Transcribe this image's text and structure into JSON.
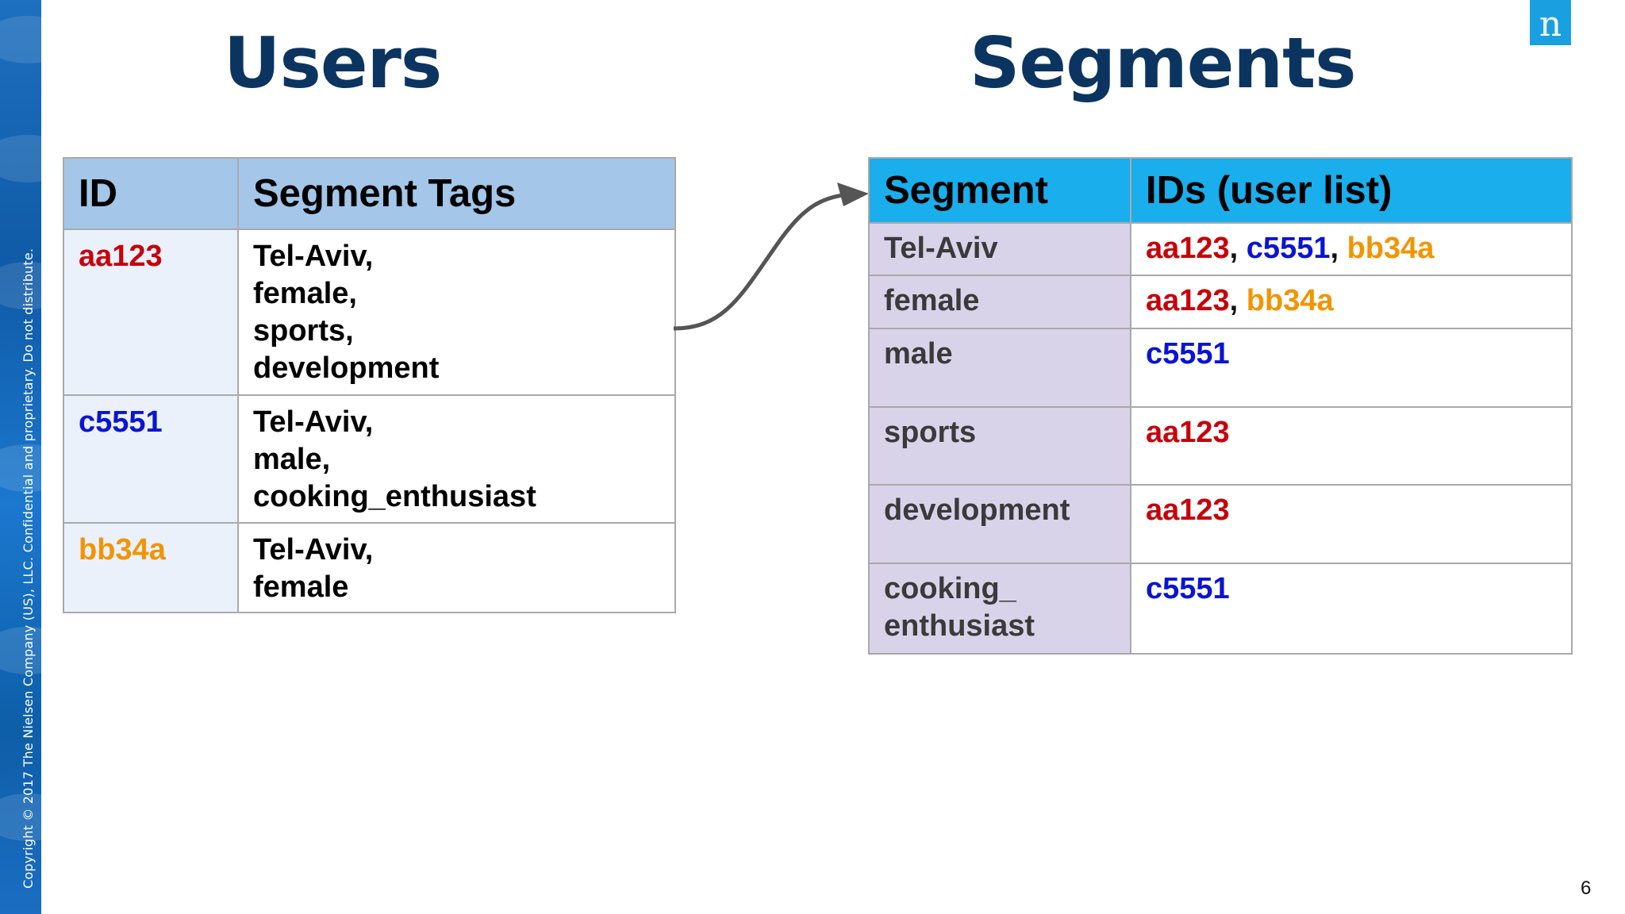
{
  "sidebar": {
    "copyright": "Copyright © 2017 The Nielsen Company (US), LLC. Confidential and proprietary. Do not distribute."
  },
  "titles": {
    "users": "Users",
    "segments": "Segments"
  },
  "logo": {
    "glyph": "n",
    "icon": "nielsen-logo-icon"
  },
  "page_number": "6",
  "colors": {
    "title": "#0b3560",
    "user_aa123": "#c8000a",
    "user_c5551": "#0a14d2",
    "user_bb34a": "#f29400",
    "users_header_bg": "#a4c6e8",
    "segments_header_bg": "#1aaeec",
    "segment_cell_bg": "#d9d3ea"
  },
  "users_table": {
    "headers": [
      "ID",
      "Segment Tags"
    ],
    "rows": [
      {
        "id": "aa123",
        "tags": [
          "Tel-Aviv,",
          "female,",
          "sports,",
          "development"
        ]
      },
      {
        "id": "c5551",
        "tags": [
          "Tel-Aviv,",
          "male,",
          "cooking_enthusiast"
        ]
      },
      {
        "id": "bb34a",
        "tags": [
          "Tel-Aviv,",
          "female"
        ]
      }
    ]
  },
  "segments_table": {
    "headers": [
      "Segment",
      "IDs (user list)"
    ],
    "rows": [
      {
        "segment": [
          "Tel-Aviv"
        ],
        "ids": [
          "aa123",
          "c5551",
          "bb34a"
        ]
      },
      {
        "segment": [
          "female"
        ],
        "ids": [
          "aa123",
          "bb34a"
        ]
      },
      {
        "segment": [
          "male"
        ],
        "ids": [
          "c5551"
        ]
      },
      {
        "segment": [
          "sports"
        ],
        "ids": [
          "aa123"
        ]
      },
      {
        "segment": [
          "development"
        ],
        "ids": [
          "aa123"
        ]
      },
      {
        "segment": [
          "cooking_",
          "enthusiast"
        ],
        "ids": [
          "c5551"
        ]
      }
    ],
    "separator": ", "
  }
}
